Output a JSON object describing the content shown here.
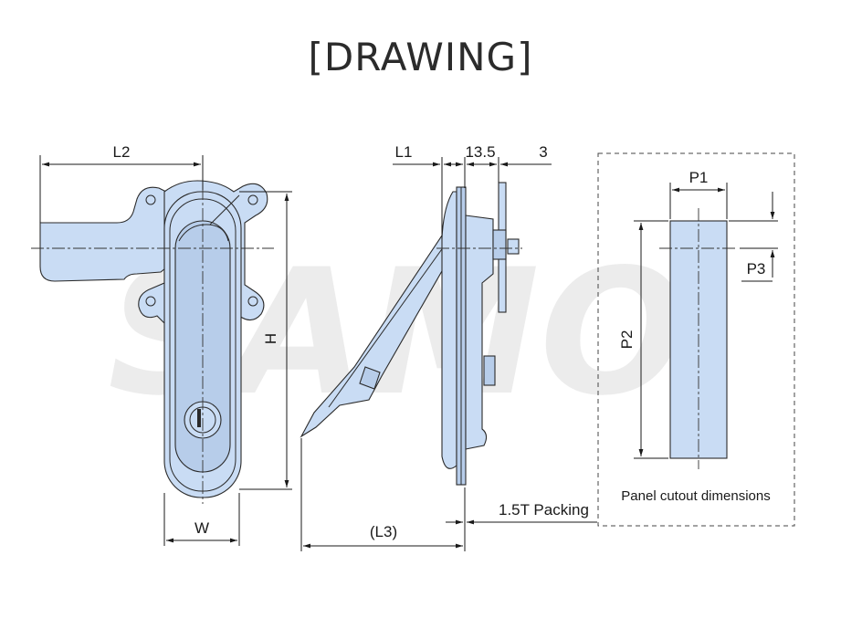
{
  "title": "[DRAWING]",
  "watermark": "SAMO",
  "labels": {
    "l2": "L2",
    "h": "H",
    "w": "W",
    "l1": "L1",
    "d135": "13.5",
    "d3": "3",
    "l3": "(L3)",
    "packing": "1.5T Packing",
    "p1": "P1",
    "p2": "P2",
    "p3": "P3",
    "cutout_caption": "Panel cutout dimensions"
  },
  "colors": {
    "part_fill": "#c9dcf4",
    "line": "#2a2a2a"
  }
}
